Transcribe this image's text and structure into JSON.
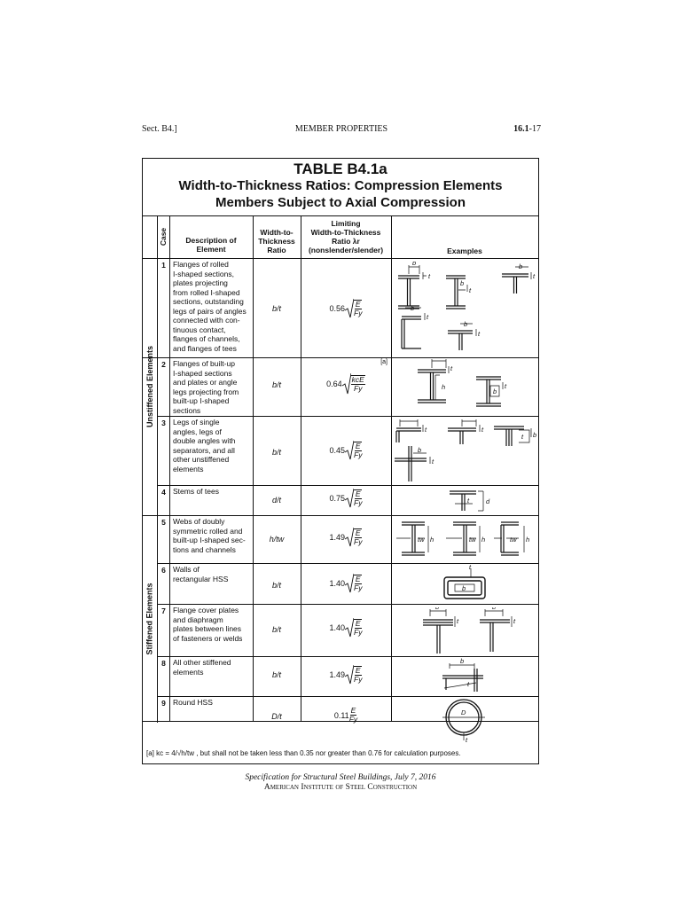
{
  "header": {
    "section": "Sect. B4.]",
    "chapter": "MEMBER PROPERTIES",
    "page_prefix": "16.1",
    "page_suffix": "-17"
  },
  "table": {
    "title_line1": "TABLE B4.1a",
    "title_line2": "Width-to-Thickness Ratios: Compression Elements",
    "title_line3": "Members Subject to Axial Compression",
    "columns": {
      "case": "Case",
      "description": "Description of\nElement",
      "ratio": "Width-to-\nThickness\nRatio",
      "limit": "Limiting\nWidth-to-Thickness\nRatio λr\n(nonslender/slender)",
      "examples": "Examples"
    },
    "groups": {
      "unstiffened": "Unstiffened Elements",
      "stiffened": "Stiffened Elements"
    },
    "rows": [
      {
        "case": "1",
        "description": "Flanges of rolled\nI-shaped sections,\nplates projecting\nfrom rolled I-shaped\nsections, outstanding\nlegs of pairs of angles\nconnected with con-\ntinuous contact,\nflanges of channels,\nand flanges of tees",
        "ratio": "b/t",
        "coef": "0.56",
        "num": "E",
        "den": "Fy"
      },
      {
        "case": "2",
        "description": "Flanges of built-up\nI-shaped sections\nand plates or angle\nlegs projecting from\nbuilt-up I-shaped\nsections",
        "ratio": "b/t",
        "coef": "0.64",
        "num": "kcE",
        "den": "Fy",
        "note": "[a]"
      },
      {
        "case": "3",
        "description": "Legs of single\nangles, legs of\ndouble angles with\nseparators, and all\nother unstiffened\nelements",
        "ratio": "b/t",
        "coef": "0.45",
        "num": "E",
        "den": "Fy"
      },
      {
        "case": "4",
        "description": "Stems of tees",
        "ratio": "d/t",
        "coef": "0.75",
        "num": "E",
        "den": "Fy"
      },
      {
        "case": "5",
        "description": "Webs of doubly\nsymmetric rolled and\nbuilt-up I-shaped sec-\ntions and channels",
        "ratio": "h/tw",
        "coef": "1.49",
        "num": "E",
        "den": "Fy"
      },
      {
        "case": "6",
        "description": "Walls of\nrectangular HSS",
        "ratio": "b/t",
        "coef": "1.40",
        "num": "E",
        "den": "Fy"
      },
      {
        "case": "7",
        "description": "Flange cover plates\nand diaphragm\nplates between lines\nof fasteners or welds",
        "ratio": "b/t",
        "coef": "1.40",
        "num": "E",
        "den": "Fy"
      },
      {
        "case": "8",
        "description": "All other stiffened\nelements",
        "ratio": "b/t",
        "coef": "1.49",
        "num": "E",
        "den": "Fy"
      },
      {
        "case": "9",
        "description": "Round HSS",
        "ratio": "D/t",
        "coef": "0.11",
        "num": "E",
        "den": "Fy"
      }
    ],
    "footnote": "[a] kc = 4/√h/tw , but shall not be taken less than 0.35 nor greater than 0.76 for calculation purposes."
  },
  "footer": {
    "line1": "Specification for Structural Steel Buildings, July 7, 2016",
    "line2": "American Institute of Steel Construction"
  }
}
